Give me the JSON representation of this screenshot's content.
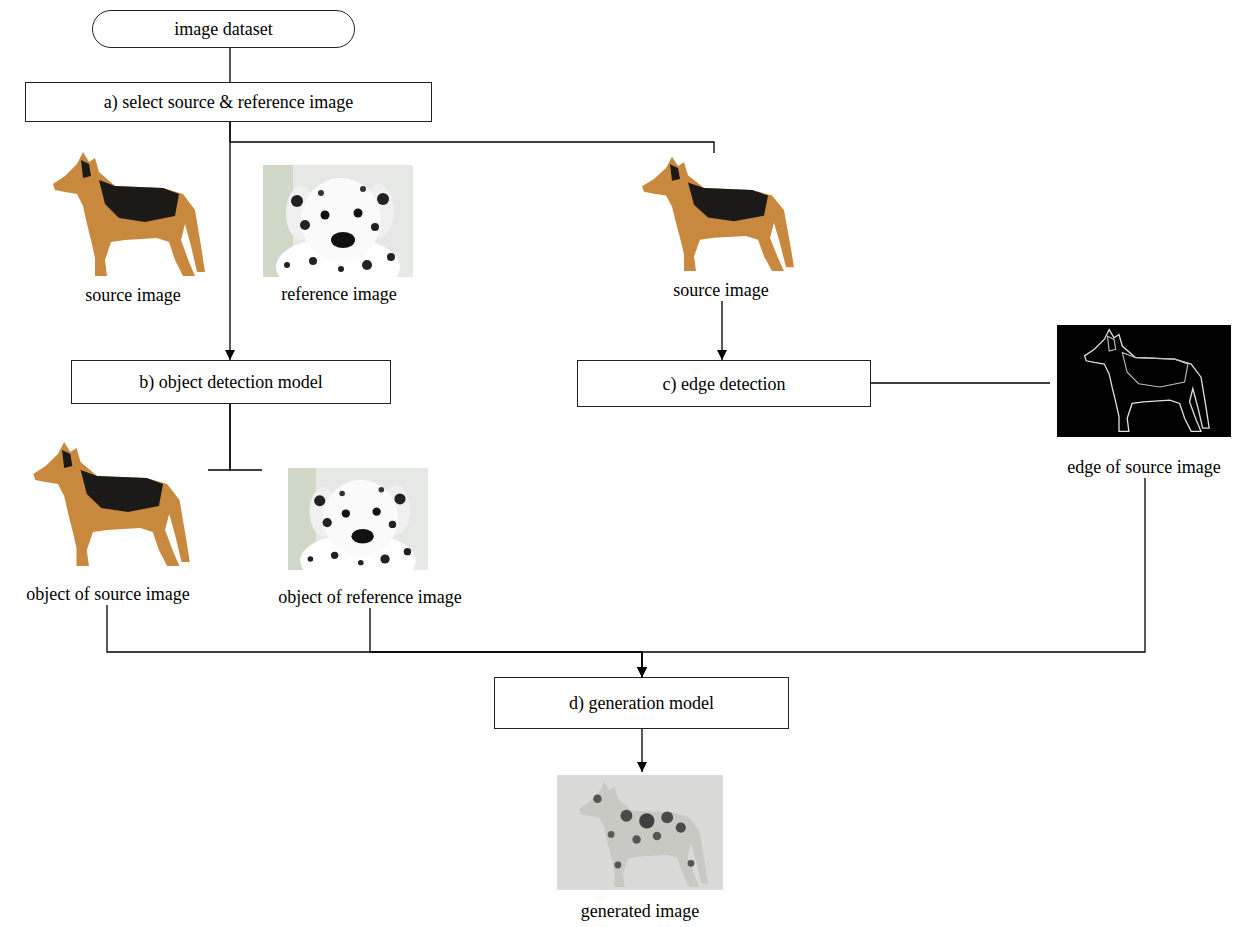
{
  "diagram": {
    "nodes": [
      {
        "text": [
          "image dataset"
        ]
      },
      {
        "text": [
          "a) select source & reference image"
        ]
      },
      {
        "text": [
          "source image"
        ]
      },
      {
        "text": [
          "reference image"
        ]
      },
      {
        "text": [
          "source image"
        ]
      },
      {
        "text": [
          "b) object detection model"
        ]
      },
      {
        "text": [
          "c) edge detection"
        ]
      },
      {
        "text": [
          "edge of source image"
        ]
      },
      {
        "text": [
          "object of source image"
        ]
      },
      {
        "text": [
          "object of reference image"
        ]
      },
      {
        "text": [
          "d) generation model"
        ]
      },
      {
        "text": [
          "generated image"
        ]
      }
    ],
    "edges": [
      {
        "from": 0,
        "to": 1,
        "arrow": "none"
      },
      {
        "from": 1,
        "to": 5,
        "arrow": "to"
      },
      {
        "from": 1,
        "to": 4,
        "arrow": "none"
      },
      {
        "from": 4,
        "to": 6,
        "arrow": "to"
      },
      {
        "from": 6,
        "to": 7,
        "arrow": "none"
      },
      {
        "from": 5,
        "to": 8,
        "arrow": "none"
      },
      {
        "from": 5,
        "to": 9,
        "arrow": "none"
      },
      {
        "from": 8,
        "to": 10,
        "arrow": "to"
      },
      {
        "from": 9,
        "to": 10,
        "arrow": "to"
      },
      {
        "from": 7,
        "to": 10,
        "arrow": "to"
      },
      {
        "from": 10,
        "to": 11,
        "arrow": "to"
      }
    ]
  }
}
